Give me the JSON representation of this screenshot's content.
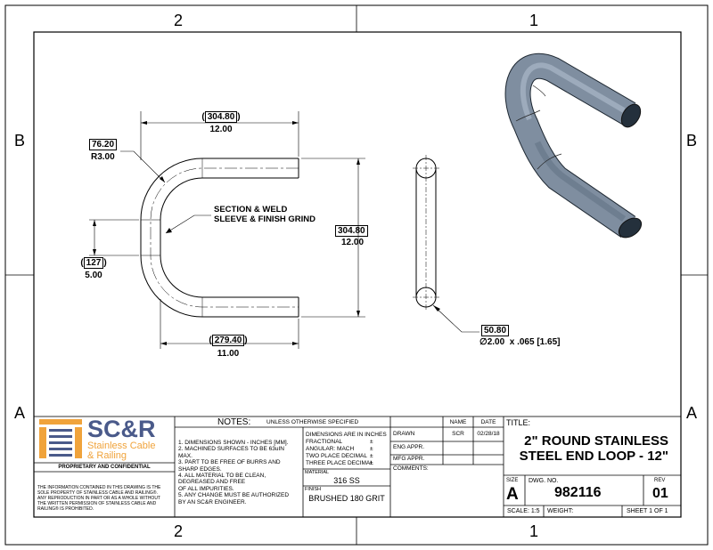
{
  "border": {
    "zone_top_left": "2",
    "zone_top_right": "1",
    "zone_bottom_left": "2",
    "zone_bottom_right": "1",
    "zone_left_upper": "B",
    "zone_left_lower": "A",
    "zone_right_upper": "B",
    "zone_right_lower": "A"
  },
  "drawing": {
    "dim_width_top_mm": "304.80",
    "dim_width_top_in": "12.00",
    "dim_radius_mm": "76.20",
    "dim_radius_in": "R3.00",
    "dim_height_mm": "304.80",
    "dim_height_in": "12.00",
    "dim_gap_mm": "127",
    "dim_gap_in": "5.00",
    "dim_width_bottom_mm": "279.40",
    "dim_width_bottom_in": "11.00",
    "dim_tube_mm": "50.80",
    "dim_tube_in": "2.00",
    "dim_tube_wall": "x .065 [1.65]",
    "dia_symbol": "∅",
    "callout_line1": "SECTION & WELD",
    "callout_line2": "SLEEVE & FINISH GRIND"
  },
  "logo": {
    "mark": "SC&R",
    "line1": "Stainless Cable",
    "line2": "& Railing",
    "brand_orange": "#f0a33b",
    "brand_blue": "#4a5a8a"
  },
  "titleblock": {
    "proprietary": "PROPRIETARY AND CONFIDENTIAL",
    "disclaimer": [
      "THE INFORMATION CONTAINED IN THIS DRAWING IS THE",
      "SOLE PROPERTY OF STAINLESS CABLE AND RAILING®.",
      "ANY REPRODUCTION IN PART OR AS A WHOLE WITHOUT",
      "THE WRITTEN PERMISSION OF STAINLESS CABLE AND",
      "RAILING® IS PROHIBITED."
    ],
    "notes_label": "NOTES:",
    "notes_sub": "UNLESS OTHERWISE SPECIFIED",
    "notes": [
      "1. DIMENSIONS SHOWN - INCHES [MM].",
      "2. MACHINED SURFACES TO BE 63uIN",
      "MAX.",
      "3. PART TO BE FREE OF BURRS AND",
      "SHARP EDGES.",
      "4. ALL MATERIAL TO BE CLEAN,",
      "DEGREASED AND FREE",
      "OF ALL IMPURITIES.",
      "5. ANY CHANGE MUST BE AUTHORIZED",
      "BY AN SC&R ENGINEER."
    ],
    "tol_header": "DIMENSIONS ARE IN INCHES",
    "tol_fractional": "FRACTIONAL",
    "tol_angular": "ANGULAR: MACH",
    "tol_two": "TWO PLACE DECIMAL",
    "tol_three": "THREE PLACE DECIMAL",
    "pm": "±",
    "material_label": "MATERIAL",
    "material": "316 SS",
    "finish_label": "FINISH",
    "finish": "BRUSHED 180 GRIT",
    "name_label": "NAME",
    "date_label": "DATE",
    "drawn_label": "DRAWN",
    "drawn_name": "SCR",
    "drawn_date": "02/28/18",
    "eng_label": "ENG APPR.",
    "mfg_label": "MFG APPR.",
    "comments_label": "COMMENTS:",
    "title_label": "TITLE:",
    "title_line1": "2\" ROUND STAINLESS",
    "title_line2": "STEEL END LOOP - 12\"",
    "size_label": "SIZE",
    "size": "A",
    "dwg_label": "DWG.  NO.",
    "dwg_no": "982116",
    "rev_label": "REV",
    "rev": "01",
    "scale": "SCALE: 1:5",
    "weight": "WEIGHT:",
    "sheet": "SHEET 1 OF 1"
  }
}
